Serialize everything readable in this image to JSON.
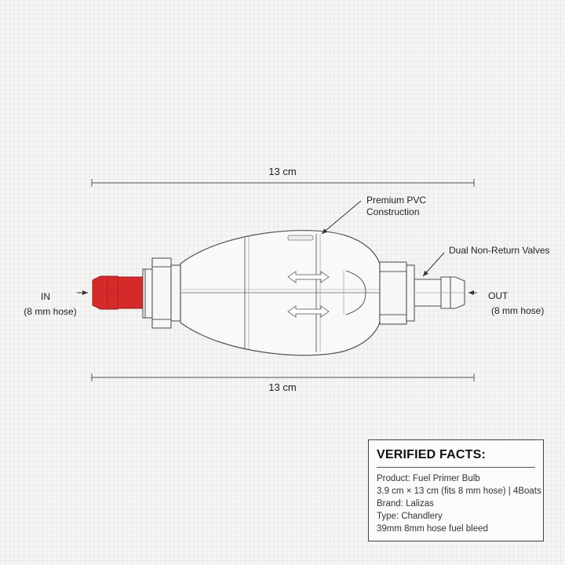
{
  "diagram": {
    "dimension_top": "13 cm",
    "dimension_bottom": "13 cm",
    "callout_pvc_line1": "Premium PVC",
    "callout_pvc_line2": "Construction",
    "callout_valves": "Dual Non-Return Valves",
    "inlet_label": "IN",
    "inlet_sublabel": "(8 mm hose)",
    "outlet_label": "OUT",
    "outlet_sublabel": "(8 mm hose)",
    "inlet_color": "#d62a2a",
    "line_color": "#555555"
  },
  "facts": {
    "title": "VERIFIED FACTS:",
    "lines": [
      "Product: Fuel Primer Bulb",
      "3.9 cm × 13 cm (fits 8 mm hose) | 4Boats",
      "Brand: Lalizas",
      "Type: Chandlery",
      "39mm 8mm hose fuel bleed"
    ]
  }
}
